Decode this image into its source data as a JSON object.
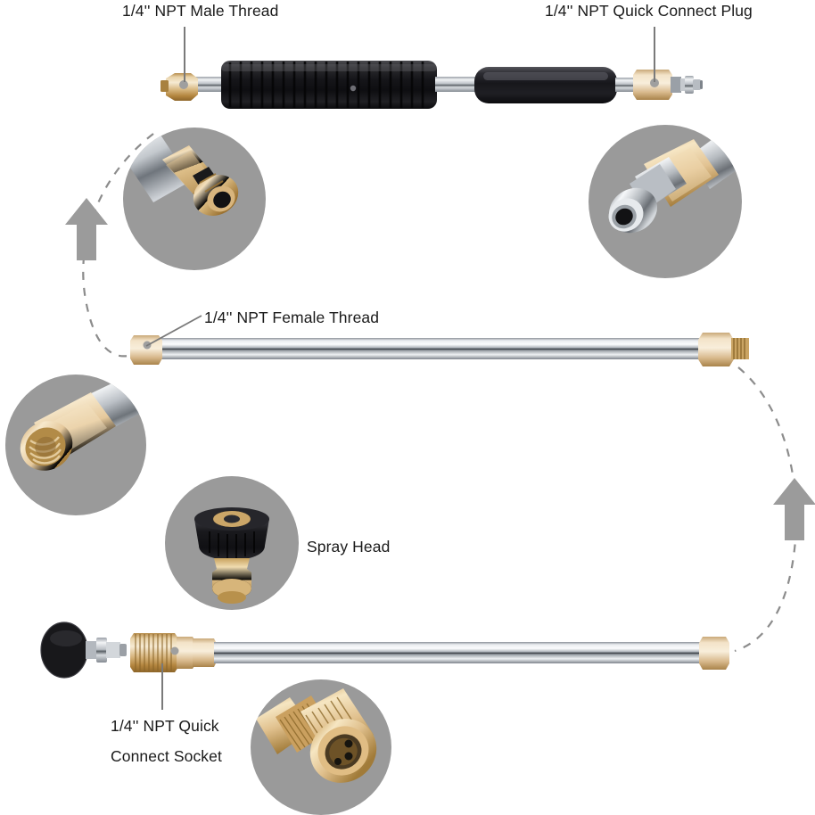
{
  "diagram": {
    "title": "Pressure Washer Extension Wand Parts Diagram",
    "background_color": "#ffffff",
    "callout_circle_color": "#9a9a9a",
    "arrow_color": "#9b9b9b",
    "dashed_line_color": "#8a8a8a",
    "brass_color": "#c8a464",
    "chrome_color": "#c9cdd2",
    "black_part_color": "#1d1d1f",
    "text_color": "#1a1a1a"
  },
  "labels": {
    "male_thread": "1/4'' NPT Male Thread",
    "quick_connect_plug": "1/4'' NPT Quick Connect Plug",
    "female_thread": "1/4'' NPT Female Thread",
    "spray_head": "Spray Head",
    "quick_connect_socket_line1": "1/4'' NPT Quick",
    "quick_connect_socket_line2": "Connect Socket"
  },
  "parts": [
    {
      "name": "handle-wand-assembly",
      "description": "Top wand with ribbed black grip, black foam sleeve, brass male thread on left and quick connect plug on right",
      "position": "top"
    },
    {
      "name": "extension-wand",
      "description": "Chrome extension lance with brass female thread hex on left and brass male hex on right",
      "position": "middle"
    },
    {
      "name": "spray-head-wand-assembly",
      "description": "Black spray head nozzle with chrome plug, brass quick connect socket and chrome lance",
      "position": "bottom"
    }
  ],
  "callouts": [
    {
      "name": "male-thread-detail",
      "caption": "1/4'' NPT Male Thread",
      "part": "brass hex male threaded fitting on chrome tube"
    },
    {
      "name": "quick-connect-plug-detail",
      "caption": "1/4'' NPT Quick Connect Plug",
      "part": "chrome quick connect nipple with brass hex body"
    },
    {
      "name": "female-thread-detail",
      "caption": "1/4'' NPT Female Thread",
      "part": "brass hex female threaded coupler on chrome tube"
    },
    {
      "name": "spray-head-detail",
      "caption": "Spray Head",
      "part": "black knurled knob spray nozzle with brass quick connect stem"
    },
    {
      "name": "quick-connect-socket-detail",
      "caption": "1/4'' NPT Quick Connect Socket",
      "part": "brass quick connect socket with knurled collar"
    }
  ],
  "arrows": [
    {
      "name": "flow-arrow-left",
      "direction": "up"
    },
    {
      "name": "flow-arrow-right",
      "direction": "up"
    }
  ]
}
